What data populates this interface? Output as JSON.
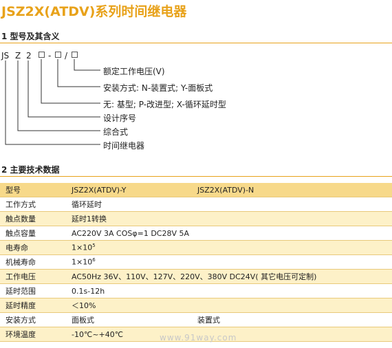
{
  "title": "JSZ2X(ATDV)系列时间继电器",
  "section1": "1 型号及其含义",
  "section2": "2 主要技术数据",
  "code": {
    "c1": "JS",
    "c2": "Z",
    "c3": "2",
    "dash": "-",
    "slash": "/"
  },
  "legend": [
    "额定工作电压(V)",
    "安装方式:  N-装置式;        Y-面板式",
    "无:  基型;  P-改进型;          X-循环延时型",
    "设计序号",
    "综合式",
    "时间继电器"
  ],
  "table": [
    [
      "型号",
      "JSZ2X(ATDV)-Y",
      "JSZ2X(ATDV)-N"
    ],
    [
      "工作方式",
      "循环延时",
      ""
    ],
    [
      "触点数量",
      "延时1转换",
      ""
    ],
    [
      "触点容量",
      "AC220V  3A   COSφ=1   DC28V  5A",
      ""
    ],
    [
      "电寿命",
      "1×10",
      ""
    ],
    [
      "机械寿命",
      "1×10",
      ""
    ],
    [
      "工作电压",
      "AC50Hz  36V、110V、127V、220V、380V    DC24V( 其它电压可定制)",
      ""
    ],
    [
      "延时范围",
      "0.1s-12h",
      ""
    ],
    [
      "延时精度",
      "＜10%",
      ""
    ],
    [
      "安装方式",
      "面板式",
      "装置式"
    ],
    [
      "环境温度",
      "-10℃~+40℃",
      ""
    ]
  ],
  "sup": {
    "elec": "5",
    "mech": "6"
  },
  "watermark": "www.91way.com"
}
